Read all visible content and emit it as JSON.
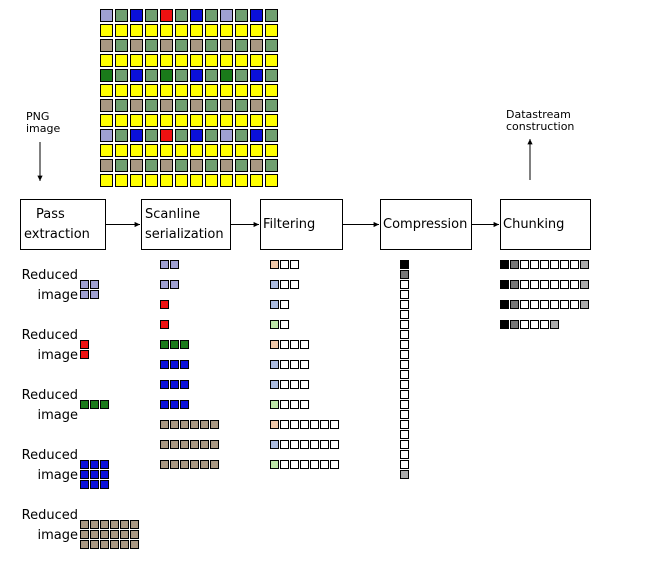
{
  "labels": {
    "png_line1": "PNG",
    "png_line2": "image",
    "datastream_line1": "Datastream",
    "datastream_line2": "construction",
    "reduced_line1": "Reduced",
    "reduced_line2": "image"
  },
  "stages": [
    {
      "line1": "Pass",
      "line2": "extraction"
    },
    {
      "line1": "Scanline",
      "line2": "serialization"
    },
    {
      "line1": "Filtering",
      "line2": ""
    },
    {
      "line1": "Compression",
      "line2": ""
    },
    {
      "line1": "Chunking",
      "line2": ""
    }
  ],
  "colors": {
    "pass1": "#9fa0d1",
    "pass2": "#ee1111",
    "pass3": "#1a7a1a",
    "pass4": "#0b10d9",
    "pass5": "#a99882",
    "pass6": "#6f9f6f",
    "pass7": "#ffff00",
    "filter_a": "#f0c8a8",
    "filter_b": "#aabadf",
    "filter_c": "#bde6a8",
    "compressed_dark": "#000000",
    "compressed_gray": "#777777",
    "chunk_cell": "#aaaaaa",
    "empty": "#ffffff",
    "stroke": "#000000"
  },
  "adam7_pattern": [
    [
      1,
      6,
      4,
      6,
      2,
      6,
      4,
      6
    ],
    [
      7,
      7,
      7,
      7,
      7,
      7,
      7,
      7
    ],
    [
      5,
      6,
      5,
      6,
      5,
      6,
      5,
      6
    ],
    [
      7,
      7,
      7,
      7,
      7,
      7,
      7,
      7
    ],
    [
      3,
      6,
      4,
      6,
      3,
      6,
      4,
      6
    ],
    [
      7,
      7,
      7,
      7,
      7,
      7,
      7,
      7
    ],
    [
      5,
      6,
      5,
      6,
      5,
      6,
      5,
      6
    ],
    [
      7,
      7,
      7,
      7,
      7,
      7,
      7,
      7
    ]
  ],
  "image_size": [
    12,
    12
  ],
  "reduced_images": [
    {
      "pass": 1,
      "cols": 2,
      "rows": 2
    },
    {
      "pass": 2,
      "cols": 1,
      "rows": 2
    },
    {
      "pass": 3,
      "cols": 3,
      "rows": 1
    },
    {
      "pass": 4,
      "cols": 3,
      "rows": 3
    },
    {
      "pass": 5,
      "cols": 6,
      "rows": 3
    }
  ],
  "scanlines": [
    {
      "pass": 1,
      "n": 2
    },
    {
      "pass": 1,
      "n": 2
    },
    {
      "pass": 2,
      "n": 1
    },
    {
      "pass": 2,
      "n": 1
    },
    {
      "pass": 3,
      "n": 3
    },
    {
      "pass": 4,
      "n": 3
    },
    {
      "pass": 4,
      "n": 3
    },
    {
      "pass": 4,
      "n": 3
    },
    {
      "pass": 5,
      "n": 6
    },
    {
      "pass": 5,
      "n": 6
    },
    {
      "pass": 5,
      "n": 6
    }
  ],
  "filter_types": [
    "a",
    "b",
    "b",
    "c",
    "a",
    "b",
    "b",
    "c",
    "a",
    "b",
    "c"
  ],
  "compressed_cells": 22,
  "chunks": [
    9,
    9,
    9,
    6
  ]
}
